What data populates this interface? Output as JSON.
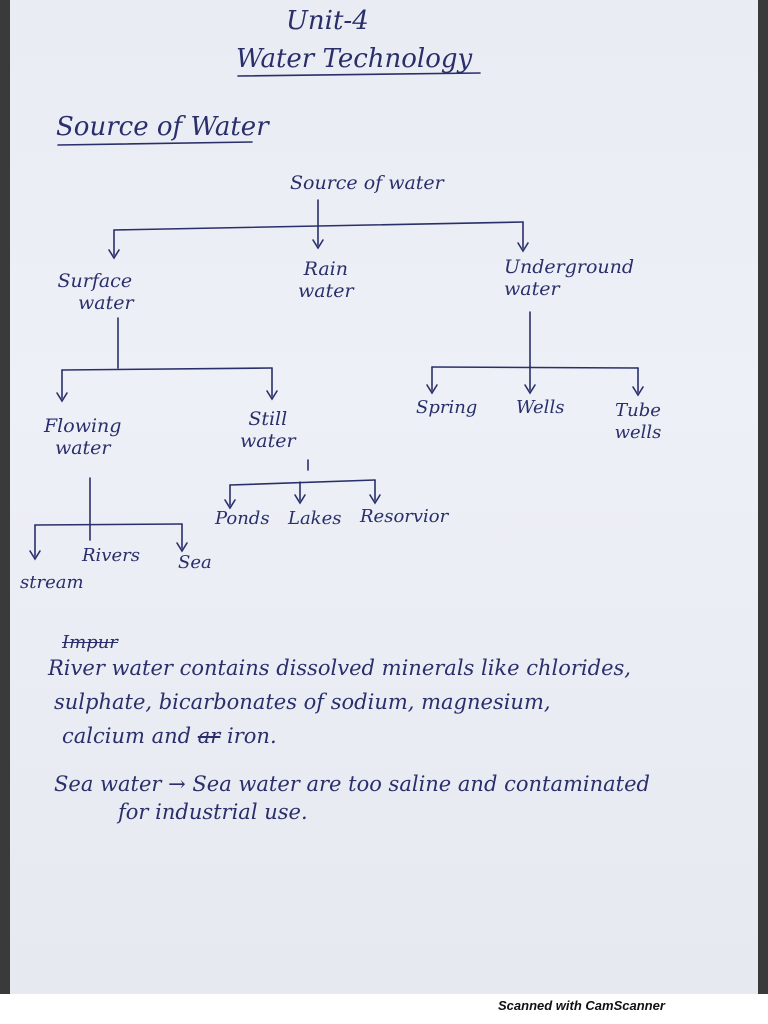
{
  "header": {
    "unit": "Unit-4",
    "title": "Water Technology",
    "section": "Source of Water"
  },
  "tree": {
    "root": "Source of water",
    "level1": {
      "surface": [
        "Surface",
        "water"
      ],
      "rain": [
        "Rain",
        "water"
      ],
      "underground": [
        "Underground",
        "water"
      ]
    },
    "surface_children": {
      "flowing": [
        "Flowing",
        "water"
      ],
      "still": [
        "Still",
        "water"
      ]
    },
    "underground_children": [
      "Spring",
      "Wells",
      "Tube wells"
    ],
    "still_children": [
      "Ponds",
      "Lakes",
      "Resorvior"
    ],
    "flowing_children": [
      "stream",
      "Rivers",
      "Sea"
    ]
  },
  "notes": {
    "struck_word": "Impur",
    "river_line1": "River water contains dissolved minerals like chlorides,",
    "river_line2": "sulphate, bicarbonates of sodium, magnesium,",
    "river_line3_a": "calcium and",
    "river_line3_struck": "ar",
    "river_line3_b": "iron.",
    "sea_label": "Sea water",
    "sea_arrow": "→",
    "sea_line1": "Sea water are too saline and contaminated",
    "sea_line2": "for industrial use."
  },
  "footer": {
    "watermark": "Scanned with CamScanner"
  }
}
